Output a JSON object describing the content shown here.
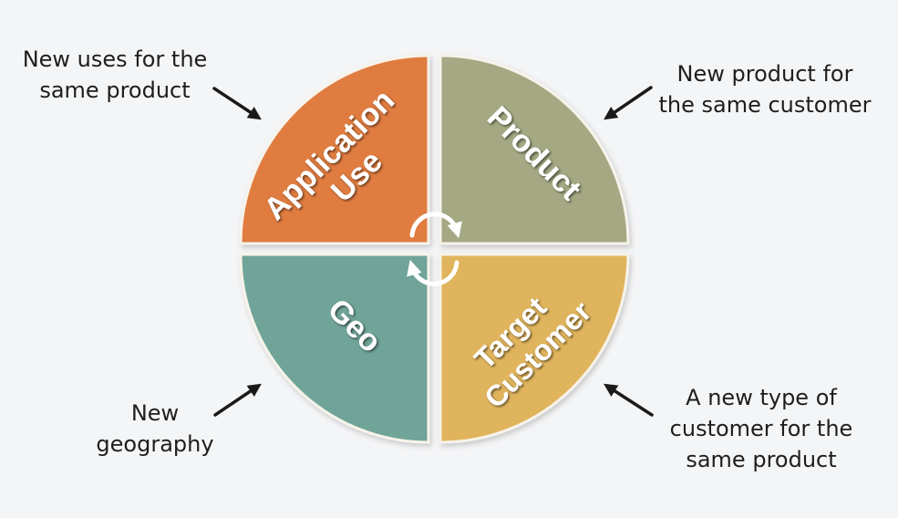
{
  "quadrants": [
    {
      "id": "application-use",
      "lines": [
        "Application",
        "Use"
      ],
      "color": "#e07b41"
    },
    {
      "id": "product",
      "lines": [
        "Product"
      ],
      "color": "#a4a883"
    },
    {
      "id": "geo",
      "lines": [
        "Geo"
      ],
      "color": "#6fa498"
    },
    {
      "id": "target-customer",
      "lines": [
        "Target",
        "Customer"
      ],
      "color": "#e0b45b"
    }
  ],
  "callouts": {
    "top_left": [
      "New uses for the",
      "same product"
    ],
    "top_right": [
      "New product for",
      "the same customer"
    ],
    "bottom_left": [
      "New",
      "geography"
    ],
    "bottom_right": [
      "A new type of",
      "customer for the",
      "same product"
    ]
  },
  "icons": {
    "arrows": "arrow-icon",
    "center": "cycle-arrows-icon"
  }
}
